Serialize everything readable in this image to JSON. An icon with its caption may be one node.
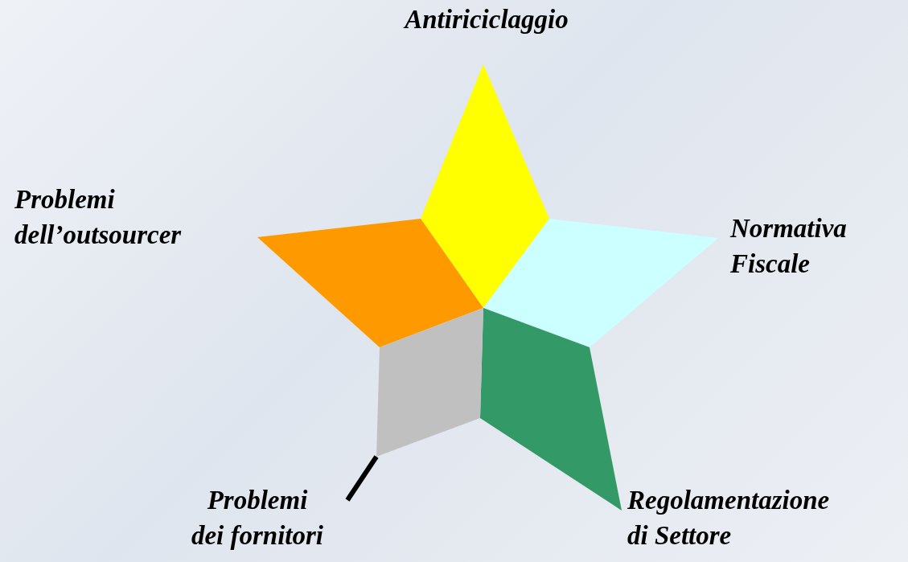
{
  "diagram": {
    "nodes": [
      {
        "text": [
          "Antiriciclaggio"
        ]
      },
      {
        "text": [
          "Problemi dell’outsourcer"
        ]
      },
      {
        "text": [
          "Normativa Fiscale"
        ]
      },
      {
        "text": [
          "Regolamentazione di Settore"
        ]
      },
      {
        "text": [
          "Problemi dei fornitori"
        ]
      },
      {
        "text": [],
        "shape": "box"
      }
    ],
    "edges": [
      {
        "from": 4,
        "to": 5,
        "arrow": "none"
      }
    ]
  }
}
